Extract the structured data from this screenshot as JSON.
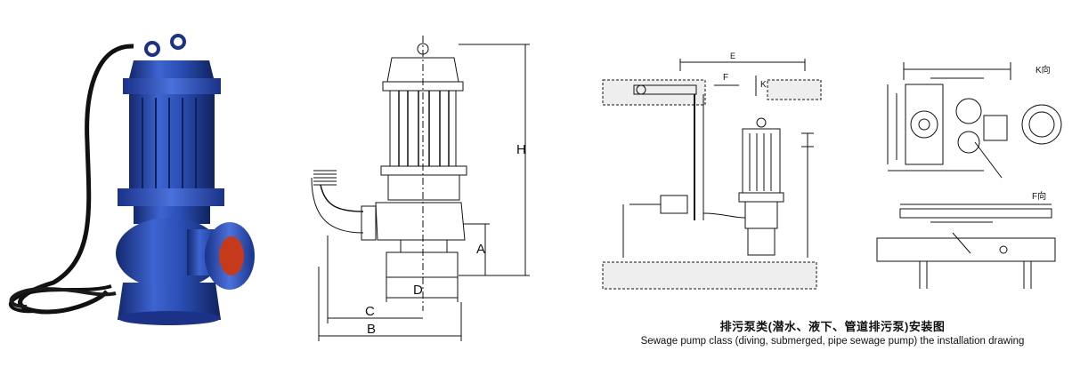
{
  "dims": {
    "a": "A",
    "b": "B",
    "c": "C",
    "d": "D",
    "h": "H"
  },
  "install": {
    "top_label": "E",
    "f_arrow": "F",
    "k_arrow": "K",
    "k_view": "K向",
    "f_view": "F向",
    "caption_cn": "排污泵类(潜水、液下、管道排污泵)安装图",
    "caption_en": "Sewage pump class (diving, submerged, pipe sewage pump) the installation drawing"
  },
  "colors": {
    "pump_body": "#2a4fb5",
    "pump_dark": "#14286e",
    "pump_light": "#5b7fe0",
    "outlet_inner": "#c63a1c",
    "cable": "#111111"
  }
}
